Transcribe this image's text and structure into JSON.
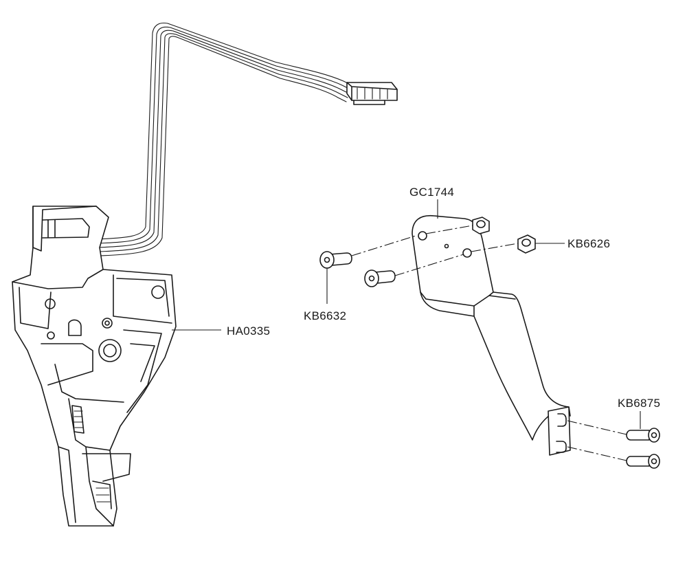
{
  "labels": {
    "ha0335": "HA0335",
    "gc1744": "GC1744",
    "kb6626": "KB6626",
    "kb6632": "KB6632",
    "kb6875": "KB6875"
  }
}
